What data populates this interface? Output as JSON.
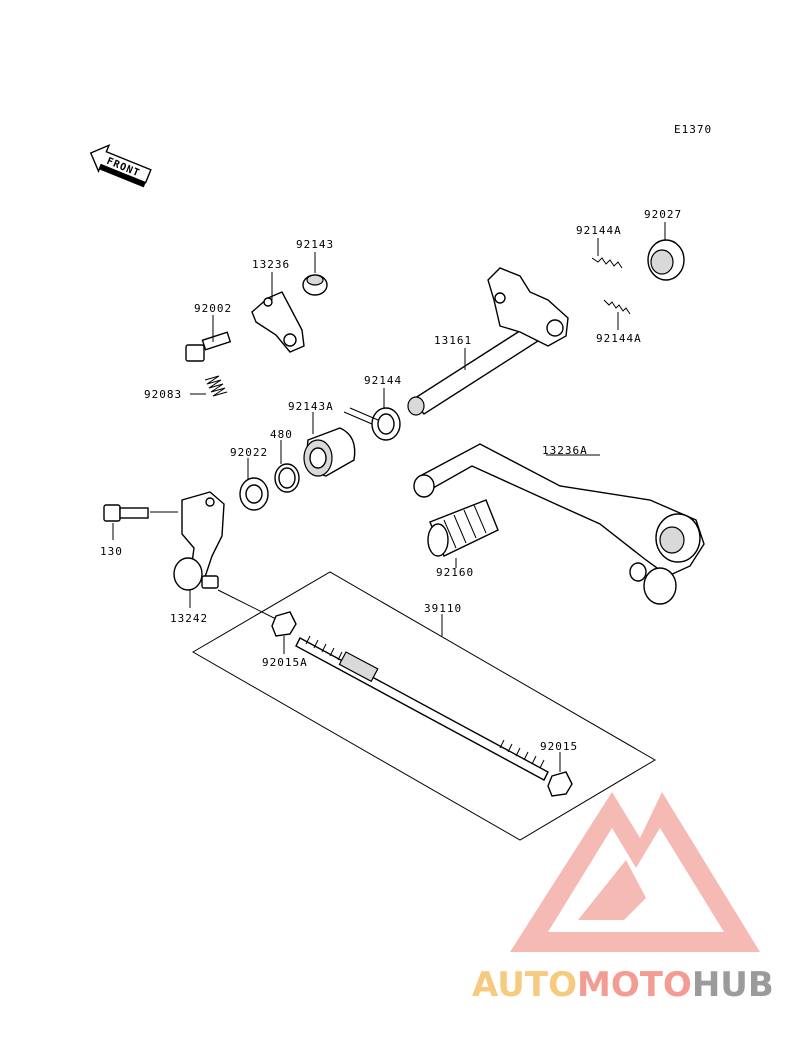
{
  "diagram": {
    "code": "E1370",
    "direction_label": "FRONT",
    "parts": {
      "p92143": "92143",
      "p13236": "13236",
      "p92002": "92002",
      "p92083": "92083",
      "p92144A_top": "92144A",
      "p92027": "92027",
      "p92144A_bottom": "92144A",
      "p13161": "13161",
      "p92144": "92144",
      "p92143A": "92143A",
      "p480": "480",
      "p92022": "92022",
      "p13236A": "13236A",
      "p130": "130",
      "p92160": "92160",
      "p13242": "13242",
      "p39110": "39110",
      "p92015A": "92015A",
      "p92015": "92015"
    }
  },
  "watermark": {
    "part1": "AUTO",
    "part2": "MOTO",
    "part3": "HUB",
    "colors": {
      "auto": "#f5c26b",
      "moto": "#f28b82",
      "hub": "#8a8a8a",
      "logo": "#f28b82"
    }
  }
}
